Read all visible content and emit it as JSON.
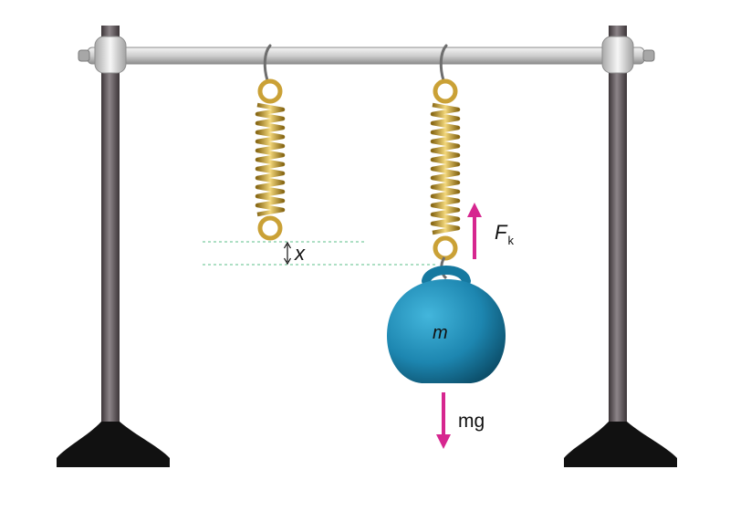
{
  "labels": {
    "displacement": "x",
    "mass": "m",
    "spring_force_symbol": "F",
    "spring_force_subscript": "k",
    "weight": "mg"
  },
  "colors": {
    "stand_pole": "#6e6468",
    "stand_base": "#111111",
    "crossbar": "#cfcfcf",
    "spring": "#d9b345",
    "mass_body": "#1d86b0",
    "force_arrow": "#d6268f",
    "guide_line": "#5bbf8a"
  },
  "icons": [
    "spring-icon",
    "weight-icon",
    "arrow-up-icon",
    "arrow-down-icon"
  ]
}
